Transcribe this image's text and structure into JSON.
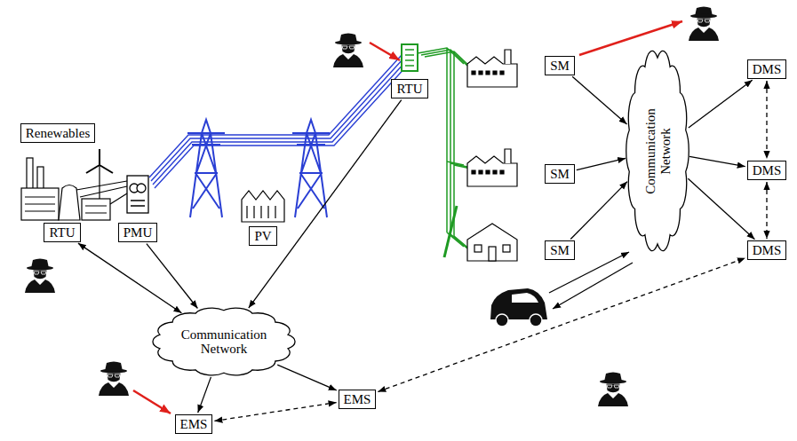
{
  "diagram": {
    "nodes": [
      {
        "text": [
          "Renewables"
        ]
      },
      {
        "text": [
          "RTU"
        ]
      },
      {
        "text": [
          "PMU"
        ]
      },
      {
        "text": [
          "PV"
        ]
      },
      {
        "text": [
          "RTU"
        ]
      },
      {
        "text": [
          "SM"
        ]
      },
      {
        "text": [
          "SM"
        ]
      },
      {
        "text": [
          "SM"
        ]
      },
      {
        "text": [
          "Communication Network"
        ]
      },
      {
        "text": [
          "DMS"
        ]
      },
      {
        "text": [
          "DMS"
        ]
      },
      {
        "text": [
          "DMS"
        ]
      },
      {
        "text": [
          "Communication Network"
        ]
      },
      {
        "text": [
          "EMS"
        ]
      },
      {
        "text": [
          "EMS"
        ]
      }
    ],
    "edges": [
      {
        "from": 1,
        "to": 12,
        "arrow": "both"
      },
      {
        "from": 2,
        "to": 12,
        "arrow": "to"
      },
      {
        "from": 4,
        "to": 12,
        "arrow": "to"
      },
      {
        "from": 12,
        "to": 13,
        "arrow": "to"
      },
      {
        "from": 12,
        "to": 14,
        "arrow": "to"
      },
      {
        "from": 13,
        "to": 14,
        "arrow": "both"
      },
      {
        "from": 5,
        "to": 8,
        "arrow": "to"
      },
      {
        "from": 6,
        "to": 8,
        "arrow": "to"
      },
      {
        "from": 7,
        "to": 8,
        "arrow": "to"
      },
      {
        "from": 8,
        "to": 9,
        "arrow": "to"
      },
      {
        "from": 8,
        "to": 10,
        "arrow": "to"
      },
      {
        "from": 8,
        "to": 11,
        "arrow": "to"
      },
      {
        "from": 9,
        "to": 10,
        "arrow": "both"
      },
      {
        "from": 10,
        "to": 11,
        "arrow": "both"
      },
      {
        "from": 14,
        "to": 11,
        "arrow": "both"
      }
    ]
  }
}
